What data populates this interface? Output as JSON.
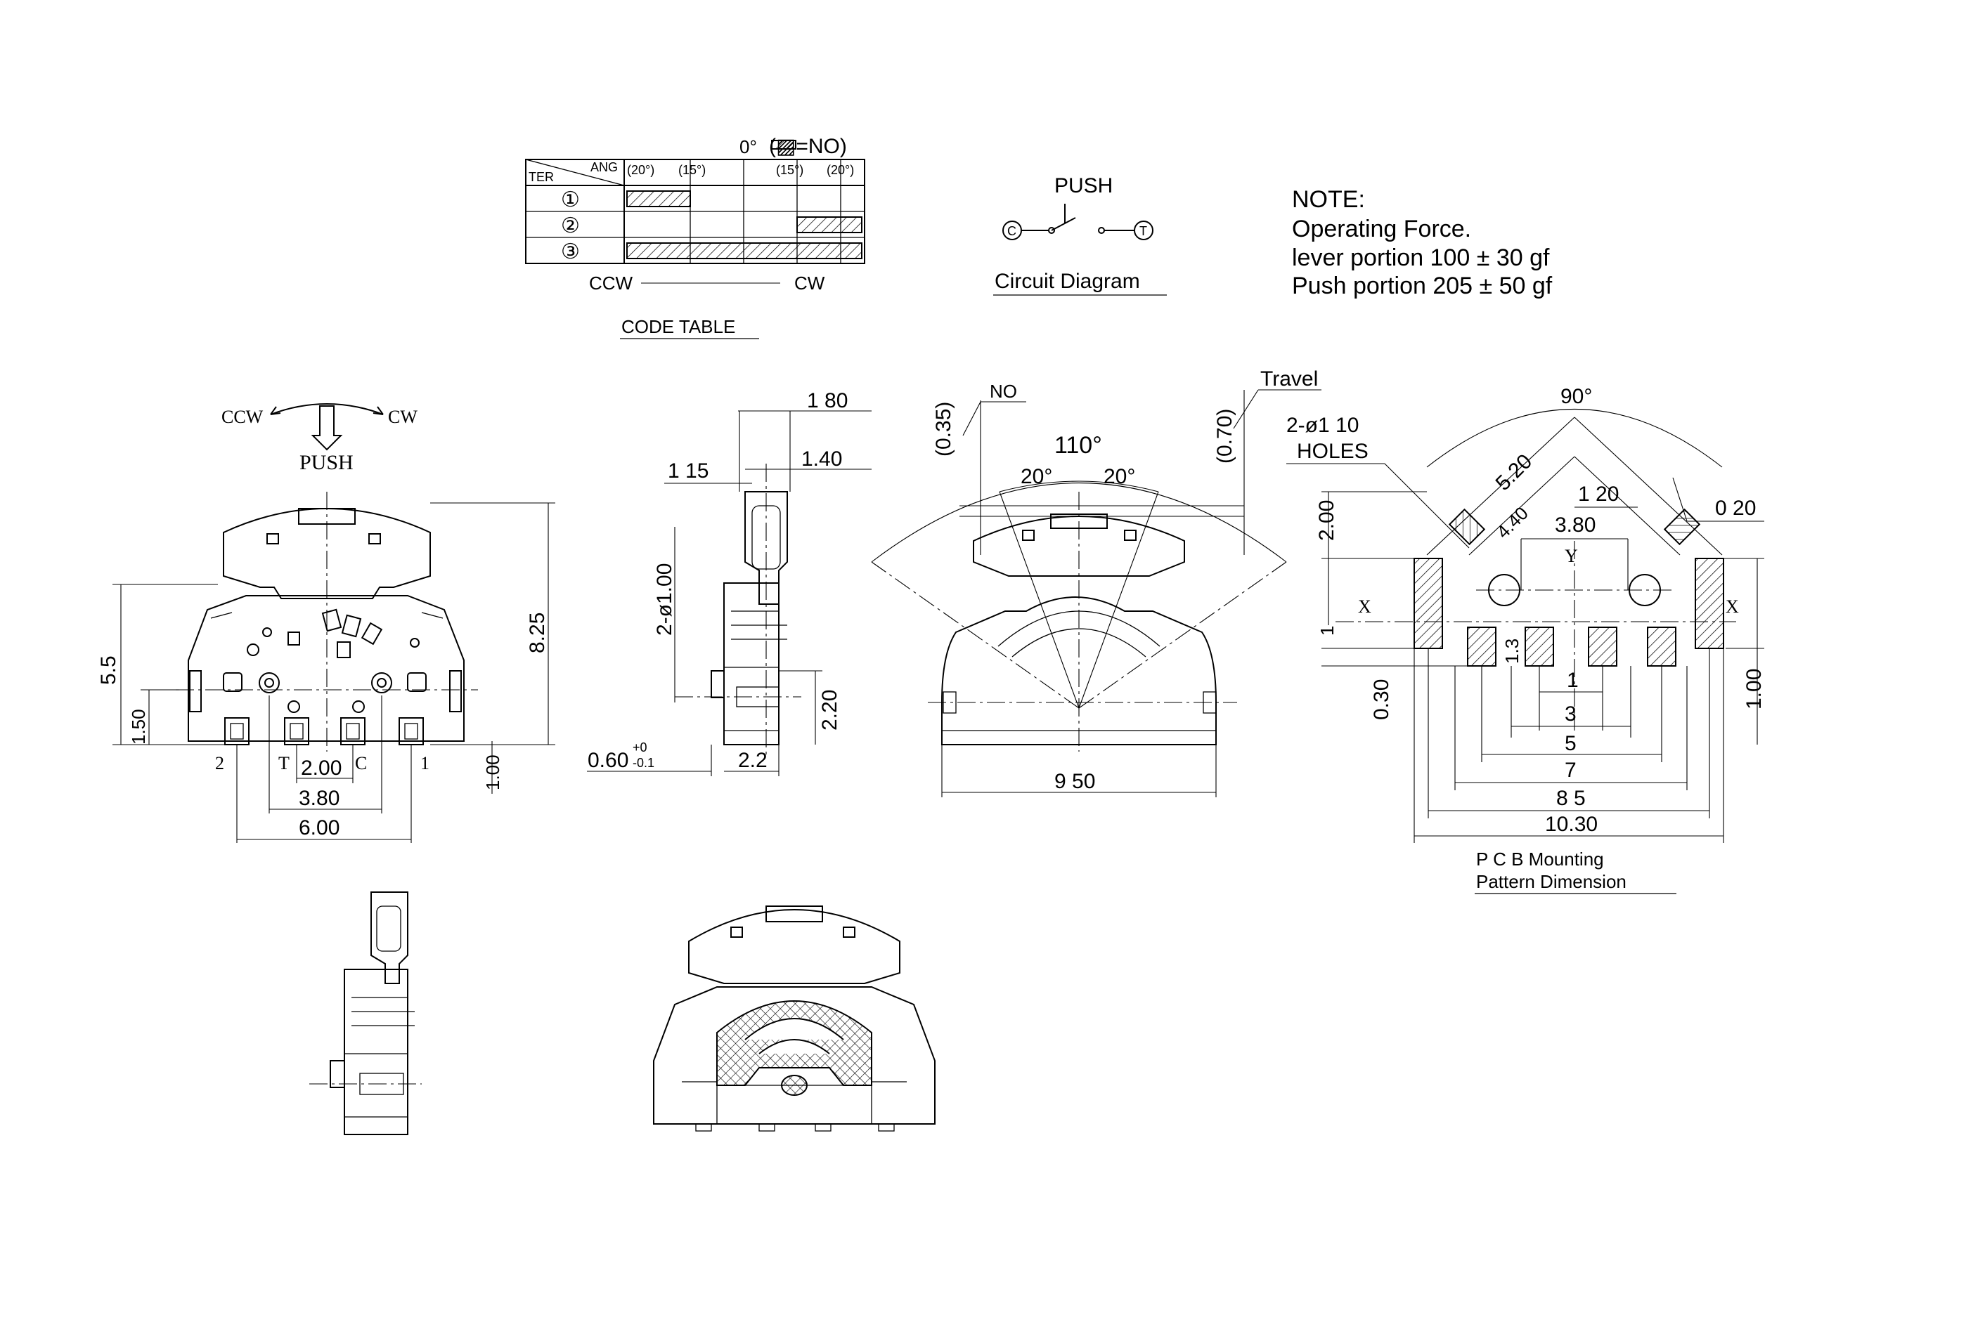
{
  "code_table": {
    "header_ter": "TER",
    "header_ang": "ANG",
    "angles": [
      "(20°)",
      "(15°)",
      "(15°)",
      "(20°)"
    ],
    "zero_label": "0°",
    "legend": "(▨=NO)",
    "rows": [
      "①",
      "②",
      "③"
    ],
    "ccw": "CCW",
    "cw": "CW",
    "title": "CODE TABLE"
  },
  "circuit": {
    "push": "PUSH",
    "term_c": "C",
    "term_t": "T",
    "title": "Circuit Diagram"
  },
  "note": {
    "heading": "NOTE:",
    "line1": "Operating Force.",
    "line2": "lever portion 100 ± 30 gf",
    "line3": "Push portion 205 ± 50 gf"
  },
  "front_view": {
    "ccw": "CCW",
    "cw": "CW",
    "push": "PUSH",
    "dim_height": "8.25",
    "dim_body": "5.5",
    "dim_150": "1.50",
    "dim_100": "1.00",
    "pin2": "2",
    "pinT": "T",
    "pinC": "C",
    "pin1": "1",
    "dim_200": "2.00",
    "dim_380": "3.80",
    "dim_600": "6.00"
  },
  "side_view": {
    "dim_180": "1 80",
    "dim_140": "1.40",
    "dim_115": "1 15",
    "dim_holes": "2-ø1.00",
    "dim_220": "2.20",
    "dim_060": "0.60",
    "tol_plus": "+0",
    "tol_minus": "-0.1",
    "dim_22": "2.2"
  },
  "angle_view": {
    "no": "NO",
    "travel": "Travel",
    "dim_035": "(0.35)",
    "dim_070": "(0.70)",
    "ang_110": "110°",
    "ang_20a": "20°",
    "ang_20b": "20°",
    "dim_950": "9 50"
  },
  "pcb": {
    "ang_90": "90°",
    "holes_a": "2-ø1 10",
    "holes_b": "HOLES",
    "d520": "5.20",
    "d440": "4.40",
    "d120": "1 20",
    "d020": "0 20",
    "d380": "3.80",
    "d200": "2.00",
    "d1": "1",
    "d13": "1.3",
    "d030": "0.30",
    "d100": "1.00",
    "w1": "1",
    "w3": "3",
    "w5": "5",
    "w7": "7",
    "w85": "8 5",
    "w1030": "10.30",
    "x_left": "X",
    "x_right": "X",
    "y": "Y",
    "title_a": "P C B  Mounting",
    "title_b": "Pattern Dimension"
  }
}
